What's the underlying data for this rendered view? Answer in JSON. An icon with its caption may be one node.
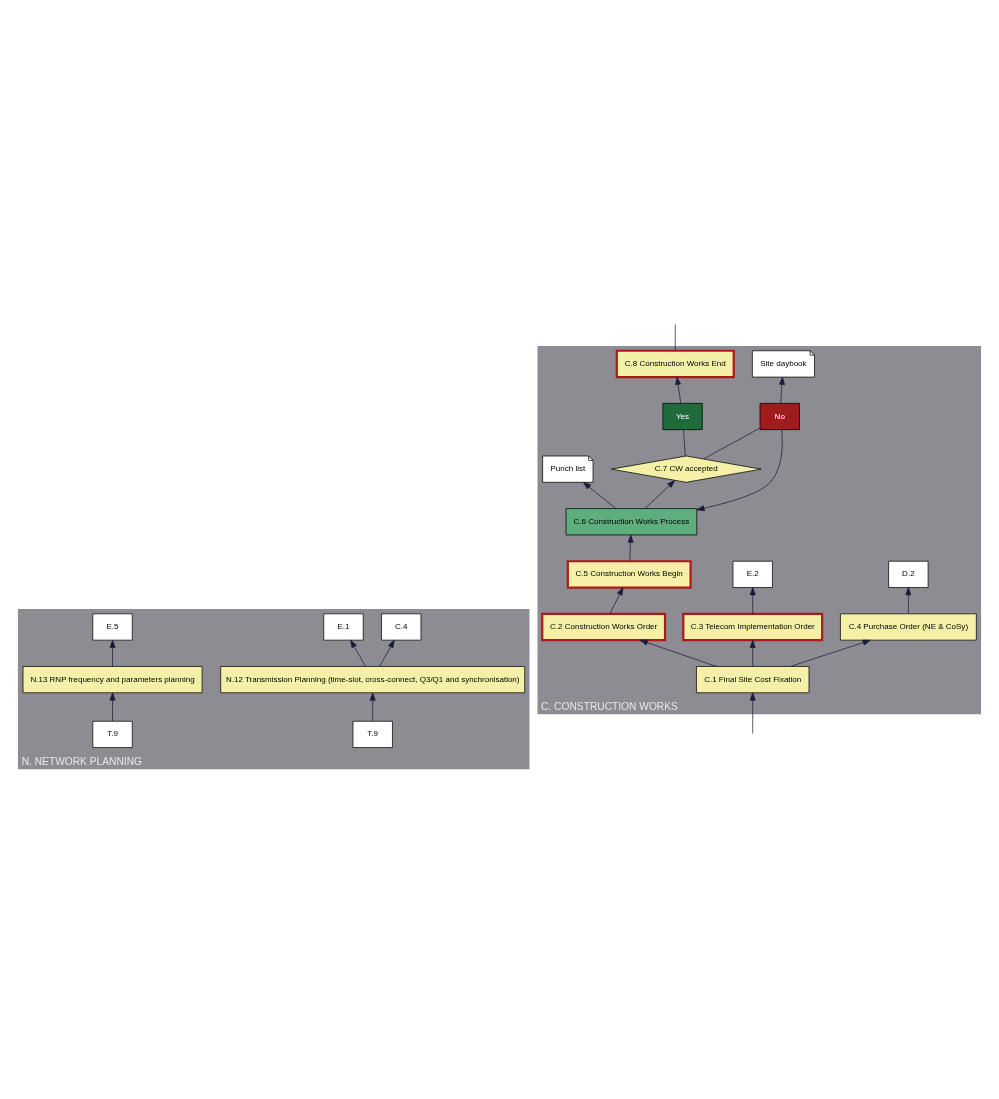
{
  "diagram": {
    "nodes": [
      {
        "text": [
          "N. NETWORK PLANNING"
        ]
      },
      {
        "text": [
          "T.9"
        ],
        "in": 0
      },
      {
        "text": [
          "N.12 Transmission Planning (time-slot, cross-connect, Q3/Q1 and synchronisation)"
        ],
        "in": 0
      },
      {
        "text": [
          "E.1"
        ],
        "in": 0
      },
      {
        "text": [
          "C.4"
        ],
        "in": 0
      },
      {
        "text": [
          "T.9"
        ],
        "in": 0
      },
      {
        "text": [
          "N.13 RNP frequency and parameters planning"
        ],
        "in": 0
      },
      {
        "text": [
          "E.5"
        ],
        "in": 0
      },
      {
        "text": [
          "C. CONSTRUCTION WORKS"
        ]
      },
      {
        "text": [
          "C.1 Final Site Cost Fixation"
        ],
        "in": 8
      },
      {
        "text": [
          "C.2 Construction Works Order"
        ],
        "in": 8
      },
      {
        "text": [
          "C.3 Telecom Implementation Order"
        ],
        "in": 8
      },
      {
        "text": [
          "C.4 Purchase Order (NE & CoSy)"
        ],
        "in": 8
      },
      {
        "text": [
          "E.2"
        ],
        "in": 8
      },
      {
        "text": [
          "D.2"
        ],
        "in": 8
      },
      {
        "text": [
          "C.5 Construction Works Begin"
        ],
        "in": 8
      },
      {
        "text": [
          "Site daybook"
        ],
        "in": 8
      },
      {
        "text": [
          "C.6 Construction Works Process"
        ],
        "in": 8
      },
      {
        "text": [
          "Punch list"
        ],
        "in": 8
      },
      {
        "text": [
          "C.7 CW accepted"
        ],
        "in": 8
      },
      {
        "text": [
          "No"
        ],
        "in": 8
      },
      {
        "text": [
          "Yes"
        ],
        "in": 8
      },
      {
        "text": [
          "C.8 Construction Works End"
        ],
        "in": 8
      }
    ],
    "edges": [
      {
        "from": 1,
        "to": 2,
        "arrow": "to"
      },
      {
        "from": 2,
        "to": 3,
        "arrow": "to"
      },
      {
        "from": 2,
        "to": 4,
        "arrow": "to"
      },
      {
        "from": 5,
        "to": 6,
        "arrow": "to"
      },
      {
        "from": 6,
        "to": 7,
        "arrow": "to"
      },
      {
        "from": null,
        "to": 9,
        "arrow": "to"
      },
      {
        "from": 9,
        "to": 10,
        "arrow": "to"
      },
      {
        "from": 9,
        "to": 11,
        "arrow": "to"
      },
      {
        "from": 9,
        "to": 12,
        "arrow": "to"
      },
      {
        "from": 10,
        "to": 15,
        "arrow": "to"
      },
      {
        "from": 11,
        "to": 13,
        "arrow": "to"
      },
      {
        "from": 12,
        "to": 14,
        "arrow": "to"
      },
      {
        "from": 15,
        "to": 17,
        "arrow": "to"
      },
      {
        "from": 17,
        "to": 19,
        "arrow": "to"
      },
      {
        "from": 17,
        "to": 18,
        "arrow": "to"
      },
      {
        "from": 19,
        "to": 20,
        "arrow": "none"
      },
      {
        "from": 19,
        "to": 21,
        "arrow": "none"
      },
      {
        "from": 20,
        "to": 17,
        "arrow": "to"
      },
      {
        "from": 20,
        "to": 16,
        "arrow": "to"
      },
      {
        "from": 21,
        "to": 22,
        "arrow": "to"
      },
      {
        "from": 22,
        "to": null,
        "arrow": "none"
      }
    ]
  }
}
